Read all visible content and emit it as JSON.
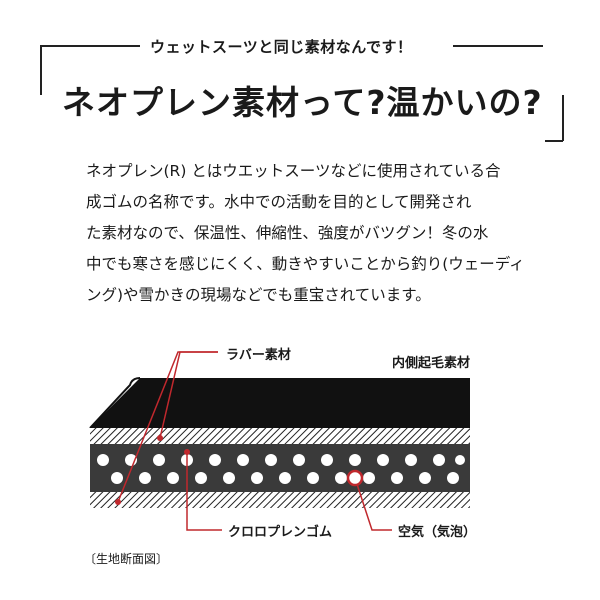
{
  "header": {
    "subtitle": "ウェットスーツと同じ素材なんです！",
    "headline": "ネオプレン素材って?温かいの?"
  },
  "body": {
    "lines": [
      "ネオプレン(R) とはウエットスーツなどに使用されている合",
      "成ゴムの名称です。水中での活動を目的として開発され",
      "た素材なので、保温性、伸縮性、強度がバツグン！冬の水",
      "中でも寒さを感じにくく、動きやすいことから釣り(ウェーディ",
      "ング)や雪かきの現場などでも重宝されています。"
    ]
  },
  "diagram": {
    "labels": {
      "rubber": "ラバー素材",
      "brushed": "内側起毛素材",
      "chloroprene": "クロロプレンゴム",
      "air": "空気（気泡）"
    },
    "caption": "〔生地断面図〕",
    "colors": {
      "accent": "#c0282d",
      "dark": "#111111",
      "core": "#3a3a3a"
    }
  }
}
